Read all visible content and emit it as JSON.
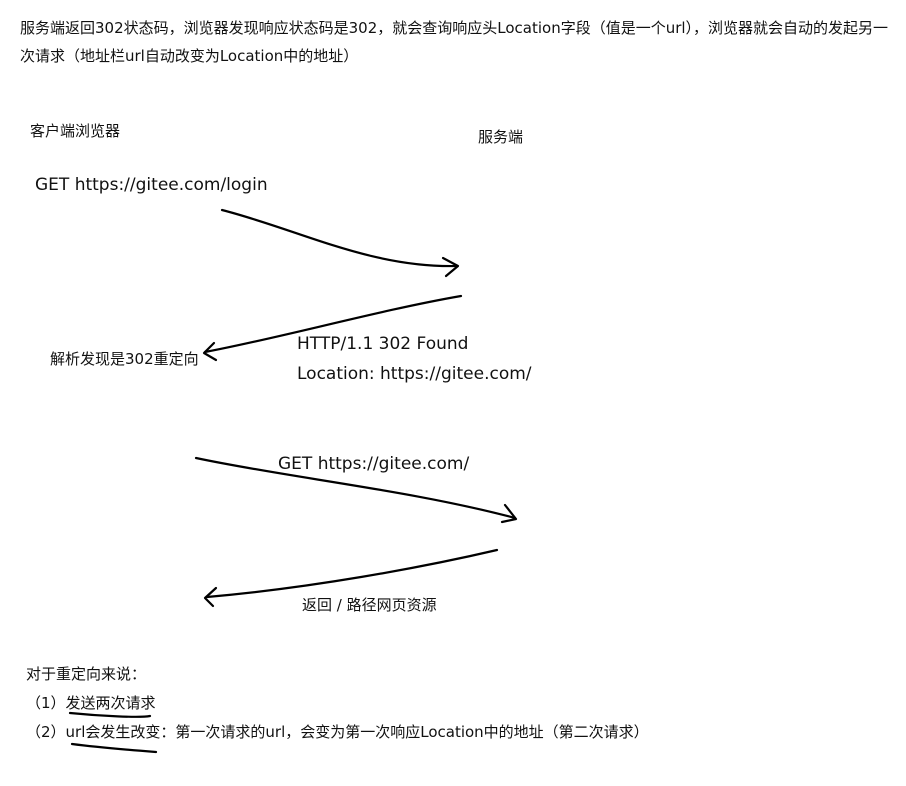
{
  "intro": "服务端返回302状态码，浏览器发现响应状态码是302，就会查询响应头Location字段（值是一个url），浏览器就会自动的发起另一次请求（地址栏url自动改变为Location中的地址）",
  "client_label": "客户端浏览器",
  "server_label": "服务端",
  "step1_request": "GET https://gitee.com/login",
  "step2_response_line1": "HTTP/1.1 302 Found",
  "step2_response_line2": "Location: https://gitee.com/",
  "client_parse_note": "解析发现是302重定向",
  "step3_request": "GET https://gitee.com/",
  "step4_response": "返回 / 路径网页资源",
  "summary_title": "对于重定向来说：",
  "summary_item1_prefix": "（1）",
  "summary_item1_text": "发送两次请求",
  "summary_item2_prefix": "（2）",
  "summary_item2_underlined": "url会发生改变",
  "summary_item2_rest": "：第一次请求的url，会变为第一次响应Location中的地址（第二次请求）"
}
